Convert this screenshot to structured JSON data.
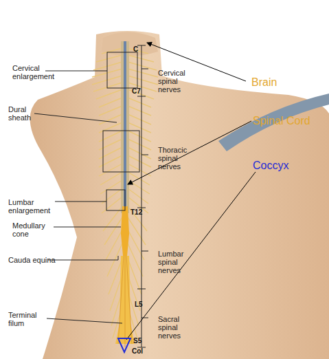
{
  "diagram": {
    "labels": [
      "C",
      "Cervical enlargement",
      "Cervical spinal nerves",
      "Brain",
      "C7",
      "Dural sheath",
      "Spinal Cord",
      "Thoracic spinal nerves",
      "Coccyx",
      "Lumbar enlargement",
      "T12",
      "Medullary cone",
      "Lumbar spinal nerves",
      "Cauda equina",
      "L5",
      "Terminal filum",
      "Sacral spinal nerves",
      "S5",
      "Col"
    ]
  }
}
